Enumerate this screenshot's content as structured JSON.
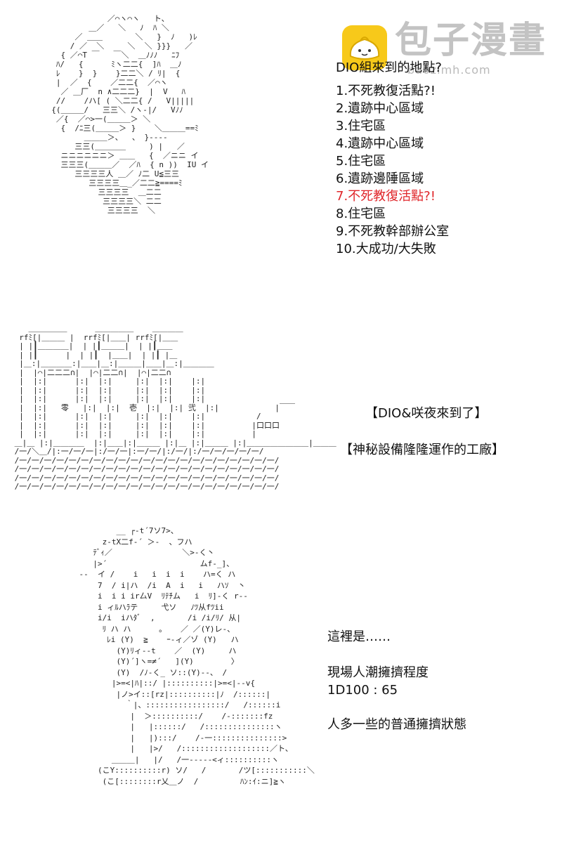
{
  "watermark": {
    "name": "包子漫畫",
    "url": "baozimh.com"
  },
  "panel_1": {
    "title": "DIO組來到的地點?",
    "items": [
      {
        "text": "1.不死教復活點?!",
        "red": false
      },
      {
        "text": "2.遺跡中心區域",
        "red": false
      },
      {
        "text": "3.住宅區",
        "red": false
      },
      {
        "text": "4.遺跡中心區域",
        "red": false
      },
      {
        "text": "5.住宅區",
        "red": false
      },
      {
        "text": "6.遺跡邊陲區域",
        "red": false
      },
      {
        "text": "7.不死教復活點?!",
        "red": true
      },
      {
        "text": "8.住宅區",
        "red": false
      },
      {
        "text": "9.不死教幹部辦公室",
        "red": false
      },
      {
        "text": "10.大成功/大失敗",
        "red": false
      }
    ]
  },
  "panel_2": {
    "caption_1": "【DIO&咲夜來到了】",
    "caption_2": "【神秘設備隆隆運作的工廠】",
    "sign_1": "零",
    "sign_2": "壱",
    "sign_3": "弐"
  },
  "panel_3": {
    "line_1": "這裡是……",
    "line_2": "現場人潮擁擠程度",
    "line_3": "1D100 : 65",
    "line_4": "人多一些的普通擁擠狀態"
  },
  "colors": {
    "highlight": "#e0262a",
    "logo_bg": "#f7c91a",
    "watermark": "#b9b9b9"
  }
}
